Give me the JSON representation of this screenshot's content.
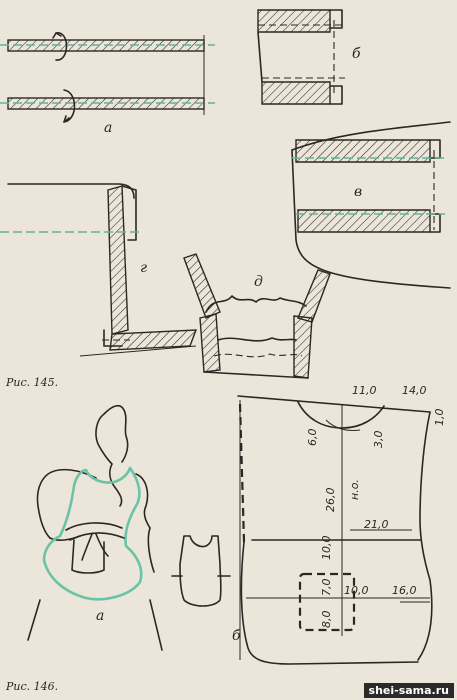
{
  "labels": {
    "a_top": "а",
    "b_top": "б",
    "v": "в",
    "g": "г",
    "d": "д",
    "a_bottom": "а",
    "b_bottom": "б"
  },
  "captions": {
    "fig145": "Рис. 145.",
    "fig146": "Рис. 146."
  },
  "dimensions": {
    "d_11_0": "11,0",
    "d_14_0": "14,0",
    "d_1_0": "1,0",
    "d_6_0": "6,0",
    "d_3_0": "3,0",
    "d_26_0": "26,0",
    "d_n_o": "н.о.",
    "d_21_0": "21,0",
    "d_10_0_vert": "10,0",
    "d_7_0": "7,0",
    "d_10_0_horiz": "10,0",
    "d_16_0": "16,0",
    "d_8_0": "8,0"
  },
  "watermark": "shei-sama.ru",
  "colors": {
    "paper": "#ece6da",
    "ink": "#2b2723",
    "accent_green": "#5fb49b"
  }
}
